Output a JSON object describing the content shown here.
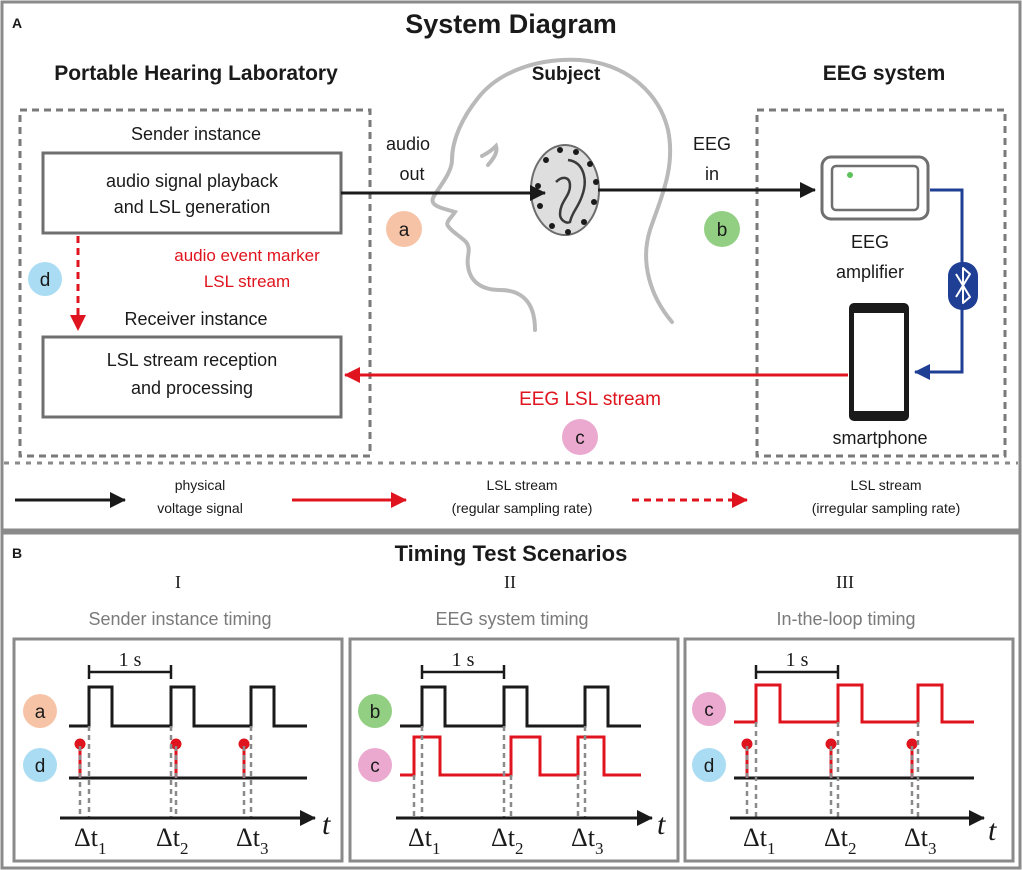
{
  "panel_a": {
    "letter": "A",
    "title": "System Diagram",
    "left_header": "Portable Hearing Laboratory",
    "subject_header": "Subject",
    "right_header": "EEG system",
    "sender_label": "Sender instance",
    "sender_box_line1": "audio signal playback",
    "sender_box_line2": "and LSL generation",
    "marker_line1": "audio event marker",
    "marker_line2": "LSL stream",
    "receiver_label": "Receiver instance",
    "receiver_box_line1": "LSL stream reception",
    "receiver_box_line2": "and processing",
    "audio_out_line1": "audio",
    "audio_out_line2": "out",
    "eeg_in_line1": "EEG",
    "eeg_in_line2": "in",
    "amp_line1": "EEG",
    "amp_line2": "amplifier",
    "smartphone": "smartphone",
    "eeg_lsl_stream": "EEG LSL stream",
    "badge_a": "a",
    "badge_b": "b",
    "badge_c": "c",
    "badge_d": "d",
    "legend": {
      "physical_line1": "physical",
      "physical_line2": "voltage signal",
      "regular_line1": "LSL stream",
      "regular_line2": "(regular sampling rate)",
      "irregular_line1": "LSL stream",
      "irregular_line2": "(irregular sampling rate)"
    }
  },
  "panel_b": {
    "letter": "B",
    "title": "Timing Test Scenarios",
    "scenarios": [
      {
        "numeral": "I",
        "title": "Sender instance timing",
        "top_badge": "a",
        "bottom_badge": "d"
      },
      {
        "numeral": "II",
        "title": "EEG system timing",
        "top_badge": "b",
        "bottom_badge": "c"
      },
      {
        "numeral": "III",
        "title": "In-the-loop timing",
        "top_badge": "c",
        "bottom_badge": "d"
      }
    ],
    "one_second": "1 s",
    "delta1": "Δt",
    "delta2": "Δt",
    "delta3": "Δt",
    "sub1": "1",
    "sub2": "2",
    "sub3": "3",
    "axis_t": "t"
  },
  "colors": {
    "red": "#e0141e",
    "black": "#1a1a1a",
    "gray": "#7a7a7a",
    "blue": "#1f3f95",
    "badge_orange": "#f7c3a7",
    "badge_green": "#92cf83",
    "badge_pink": "#eba9d0",
    "badge_blue": "#aadcf3"
  }
}
